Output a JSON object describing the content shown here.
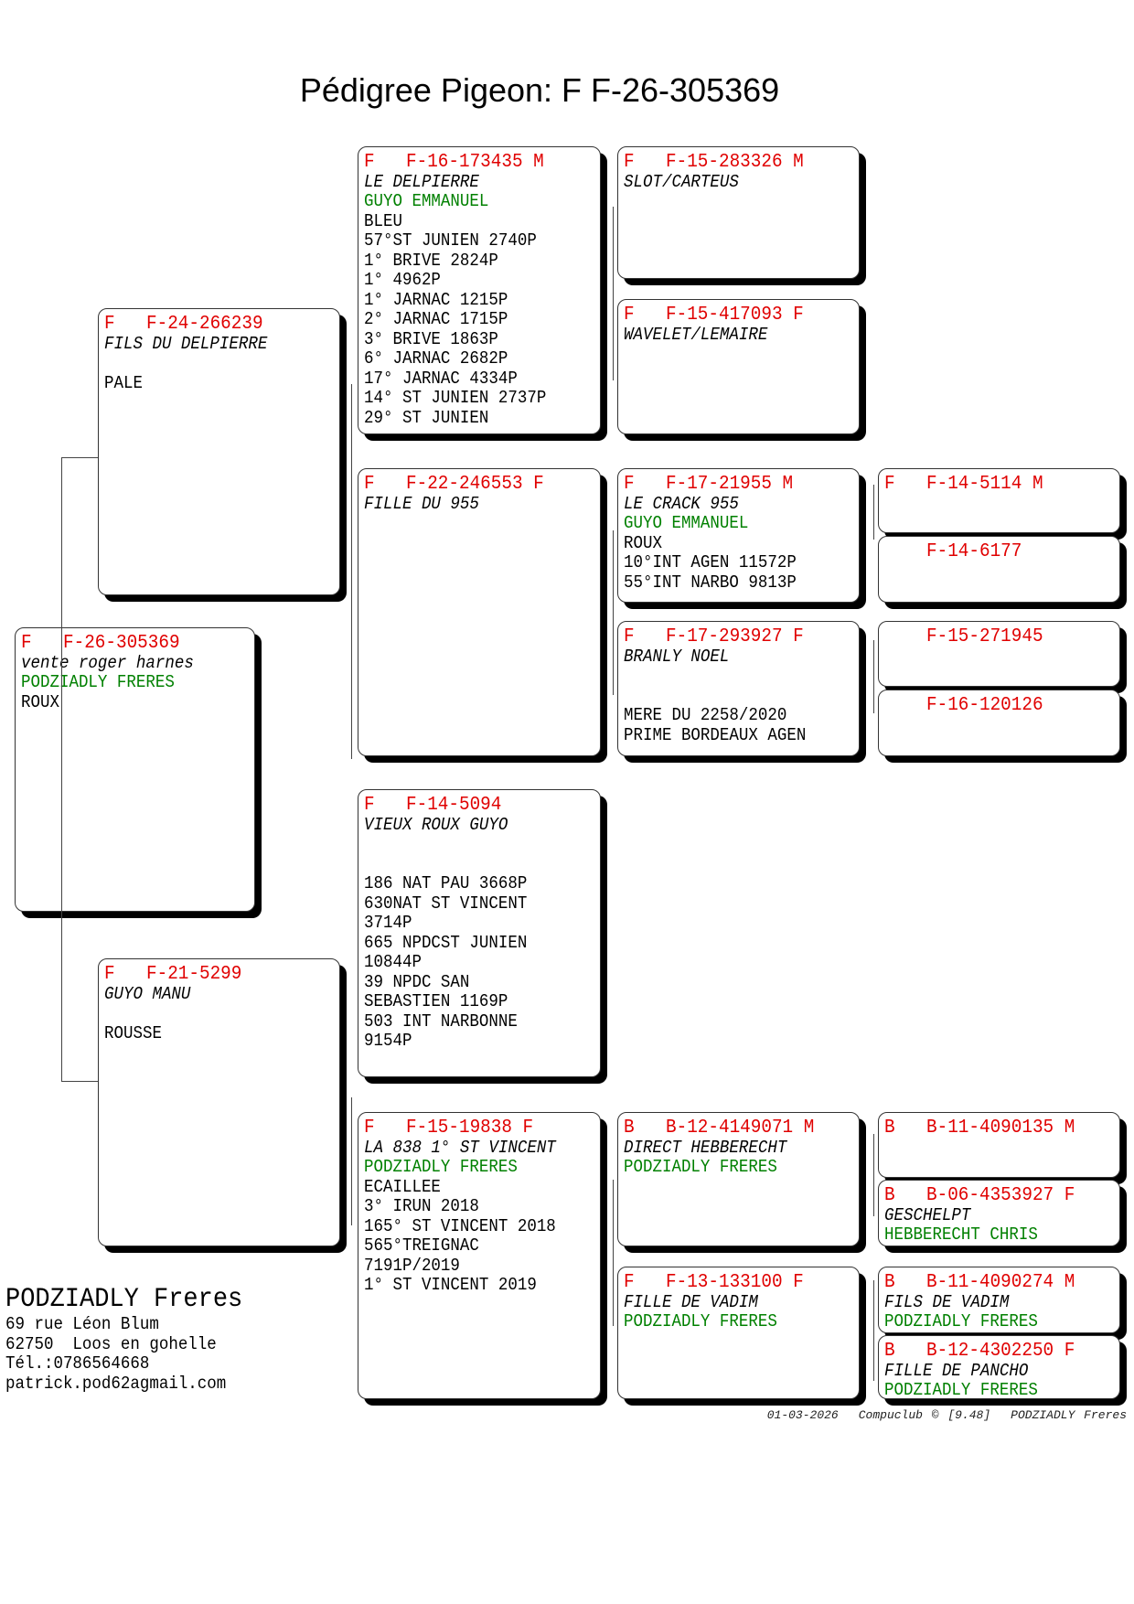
{
  "title": "Pédigree Pigeon: F   F-26-305369",
  "boxes": {
    "root": {
      "country": "F",
      "ring": "F-26-305369",
      "lines": [
        {
          "t": "vente roger harnes",
          "s": "name"
        },
        {
          "t": "PODZIADLY FRERES",
          "s": "owner"
        },
        {
          "t": "ROUX",
          "s": "plain"
        }
      ]
    },
    "sire": {
      "country": "F",
      "ring": "F-24-266239",
      "lines": [
        {
          "t": "FILS DU DELPIERRE",
          "s": "name"
        },
        {
          "t": "",
          "s": "plain"
        },
        {
          "t": "PALE",
          "s": "plain"
        }
      ]
    },
    "dam": {
      "country": "F",
      "ring": "F-21-5299",
      "lines": [
        {
          "t": "GUYO MANU",
          "s": "name"
        },
        {
          "t": "",
          "s": "plain"
        },
        {
          "t": "ROUSSE",
          "s": "plain"
        }
      ]
    },
    "ss": {
      "country": "F",
      "ring": "F-16-173435 M",
      "lines": [
        {
          "t": "LE DELPIERRE",
          "s": "name"
        },
        {
          "t": "GUYO EMMANUEL",
          "s": "owner"
        },
        {
          "t": "BLEU",
          "s": "plain"
        },
        {
          "t": "57°ST JUNIEN 2740P",
          "s": "plain"
        },
        {
          "t": "1° BRIVE 2824P",
          "s": "plain"
        },
        {
          "t": "1° 4962P",
          "s": "plain"
        },
        {
          "t": "1° JARNAC 1215P",
          "s": "plain"
        },
        {
          "t": "2° JARNAC 1715P",
          "s": "plain"
        },
        {
          "t": "3° BRIVE 1863P",
          "s": "plain"
        },
        {
          "t": "6° JARNAC 2682P",
          "s": "plain"
        },
        {
          "t": "17° JARNAC 4334P",
          "s": "plain"
        },
        {
          "t": "14° ST JUNIEN 2737P",
          "s": "plain"
        },
        {
          "t": "29° ST JUNIEN",
          "s": "plain"
        }
      ]
    },
    "sd": {
      "country": "F",
      "ring": "F-22-246553 F",
      "lines": [
        {
          "t": "FILLE DU 955",
          "s": "name"
        }
      ]
    },
    "ds": {
      "country": "F",
      "ring": "F-14-5094",
      "lines": [
        {
          "t": "VIEUX ROUX GUYO",
          "s": "name"
        },
        {
          "t": "",
          "s": "plain"
        },
        {
          "t": "",
          "s": "plain"
        },
        {
          "t": "186 NAT PAU 3668P",
          "s": "plain"
        },
        {
          "t": "630NAT ST VINCENT",
          "s": "plain"
        },
        {
          "t": "3714P",
          "s": "plain"
        },
        {
          "t": "665 NPDCST JUNIEN",
          "s": "plain"
        },
        {
          "t": "10844P",
          "s": "plain"
        },
        {
          "t": "39 NPDC SAN",
          "s": "plain"
        },
        {
          "t": "SEBASTIEN 1169P",
          "s": "plain"
        },
        {
          "t": "503 INT NARBONNE",
          "s": "plain"
        },
        {
          "t": "9154P",
          "s": "plain"
        }
      ]
    },
    "dd": {
      "country": "F",
      "ring": "F-15-19838 F",
      "lines": [
        {
          "t": "LA 838 1° ST VINCENT",
          "s": "name"
        },
        {
          "t": "PODZIADLY FRERES",
          "s": "owner"
        },
        {
          "t": "ECAILLEE",
          "s": "plain"
        },
        {
          "t": "3° IRUN 2018",
          "s": "plain"
        },
        {
          "t": "165° ST VINCENT 2018",
          "s": "plain"
        },
        {
          "t": "565°TREIGNAC",
          "s": "plain"
        },
        {
          "t": "7191P/2019",
          "s": "plain"
        },
        {
          "t": "1° ST VINCENT 2019",
          "s": "plain"
        }
      ]
    },
    "sss": {
      "country": "F",
      "ring": "F-15-283326 M",
      "lines": [
        {
          "t": "SLOT/CARTEUS",
          "s": "name"
        }
      ]
    },
    "ssd": {
      "country": "F",
      "ring": "F-15-417093 F",
      "lines": [
        {
          "t": "WAVELET/LEMAIRE",
          "s": "name"
        }
      ]
    },
    "sds": {
      "country": "F",
      "ring": "F-17-21955 M",
      "lines": [
        {
          "t": "LE CRACK 955",
          "s": "name"
        },
        {
          "t": "GUYO EMMANUEL",
          "s": "owner"
        },
        {
          "t": "ROUX",
          "s": "plain"
        },
        {
          "t": "10°INT AGEN 11572P",
          "s": "plain"
        },
        {
          "t": "55°INT NARBO 9813P",
          "s": "plain"
        }
      ]
    },
    "sdd": {
      "country": "F",
      "ring": "F-17-293927 F",
      "lines": [
        {
          "t": "BRANLY NOEL",
          "s": "name"
        },
        {
          "t": "",
          "s": "plain"
        },
        {
          "t": "",
          "s": "plain"
        },
        {
          "t": "MERE DU 2258/2020",
          "s": "plain"
        },
        {
          "t": "PRIME BORDEAUX AGEN",
          "s": "plain"
        }
      ]
    },
    "dds": {
      "country": "B",
      "ring": "B-12-4149071 M",
      "lines": [
        {
          "t": "DIRECT HEBBERECHT",
          "s": "name"
        },
        {
          "t": "PODZIADLY FRERES",
          "s": "owner"
        }
      ]
    },
    "ddd": {
      "country": "F",
      "ring": "F-13-133100 F",
      "lines": [
        {
          "t": "FILLE DE VADIM",
          "s": "name"
        },
        {
          "t": "PODZIADLY FRERES",
          "s": "owner"
        }
      ]
    },
    "sdss": {
      "country": "F",
      "ring": "F-14-5114 M",
      "lines": []
    },
    "sdsd": {
      "country": "",
      "ring": "F-14-6177",
      "lines": []
    },
    "sdds": {
      "country": "",
      "ring": "F-15-271945",
      "lines": []
    },
    "sddd": {
      "country": "",
      "ring": "F-16-120126",
      "lines": []
    },
    "ddss": {
      "country": "B",
      "ring": "B-11-4090135 M",
      "lines": []
    },
    "ddsd": {
      "country": "B",
      "ring": "B-06-4353927 F",
      "lines": [
        {
          "t": "GESCHELPT",
          "s": "name"
        },
        {
          "t": "HEBBERECHT CHRIS",
          "s": "owner"
        }
      ]
    },
    "ddds": {
      "country": "B",
      "ring": "B-11-4090274 M",
      "lines": [
        {
          "t": "FILS DE VADIM",
          "s": "name"
        },
        {
          "t": "PODZIADLY FRERES",
          "s": "owner"
        }
      ]
    },
    "dddd": {
      "country": "B",
      "ring": "B-12-4302250 F",
      "lines": [
        {
          "t": "FILLE DE PANCHO",
          "s": "name"
        },
        {
          "t": "PODZIADLY FRERES",
          "s": "owner"
        }
      ]
    }
  },
  "contact": {
    "name": "PODZIADLY Freres",
    "address": "69 rue Léon Blum",
    "city": "62750  Loos en gohelle",
    "phone": "Tél.:0786564668",
    "email": "patrick.pod62agmail.com"
  },
  "footer": {
    "date": "01-03-2026",
    "software": "Compuclub © [9.48]",
    "owner": "PODZIADLY Freres"
  },
  "colors": {
    "ring": "#e00000",
    "owner": "#008000",
    "text": "#000000"
  }
}
